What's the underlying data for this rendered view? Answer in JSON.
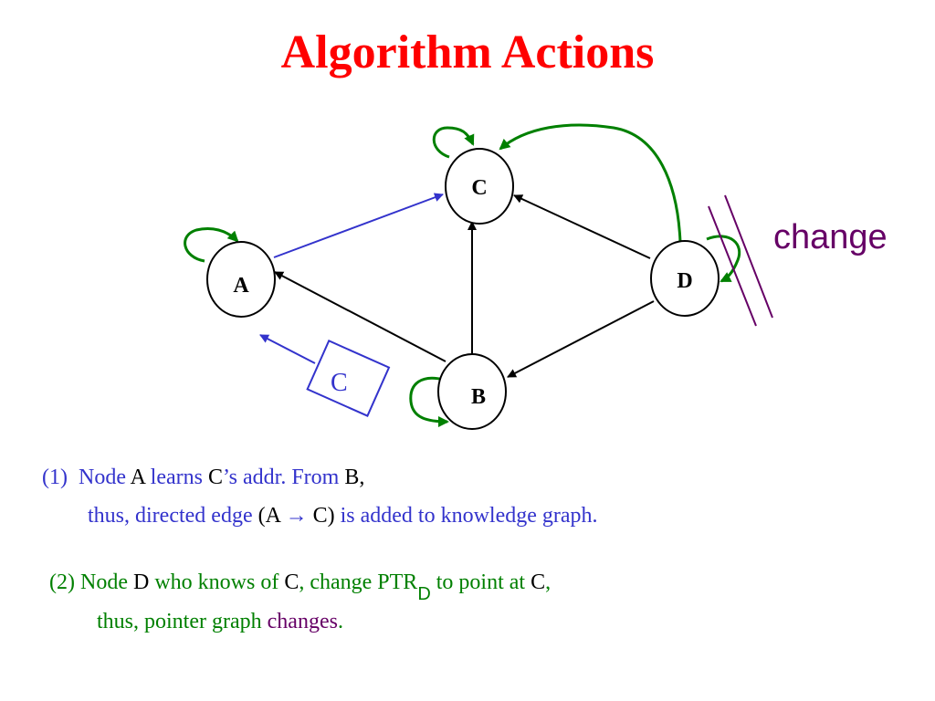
{
  "title": "Algorithm Actions",
  "diagram": {
    "nodes": [
      "C",
      "A",
      "D",
      "B"
    ],
    "message_box_label": "C",
    "change_label": "change",
    "colors": {
      "title": "#ff0000",
      "knowledge_edge": "#3333cc",
      "pointer_edge": "#000000",
      "self_loop": "#008000",
      "change_marker": "#660066"
    }
  },
  "notes": {
    "note1": {
      "number": "(1)",
      "line1": [
        "Node ",
        "A",
        " learns ",
        "C",
        "’s addr. From ",
        "B",
        ","
      ],
      "line2": [
        "thus, directed edge ",
        "(A ",
        "→",
        " C)",
        " is added to knowledge graph."
      ]
    },
    "note2": {
      "line1": [
        "(2) Node ",
        "D",
        " who knows of ",
        "C",
        ", change PTR",
        "D",
        "to point at ",
        "C",
        ","
      ],
      "line2": [
        "thus, pointer graph ",
        "changes",
        "."
      ]
    }
  }
}
